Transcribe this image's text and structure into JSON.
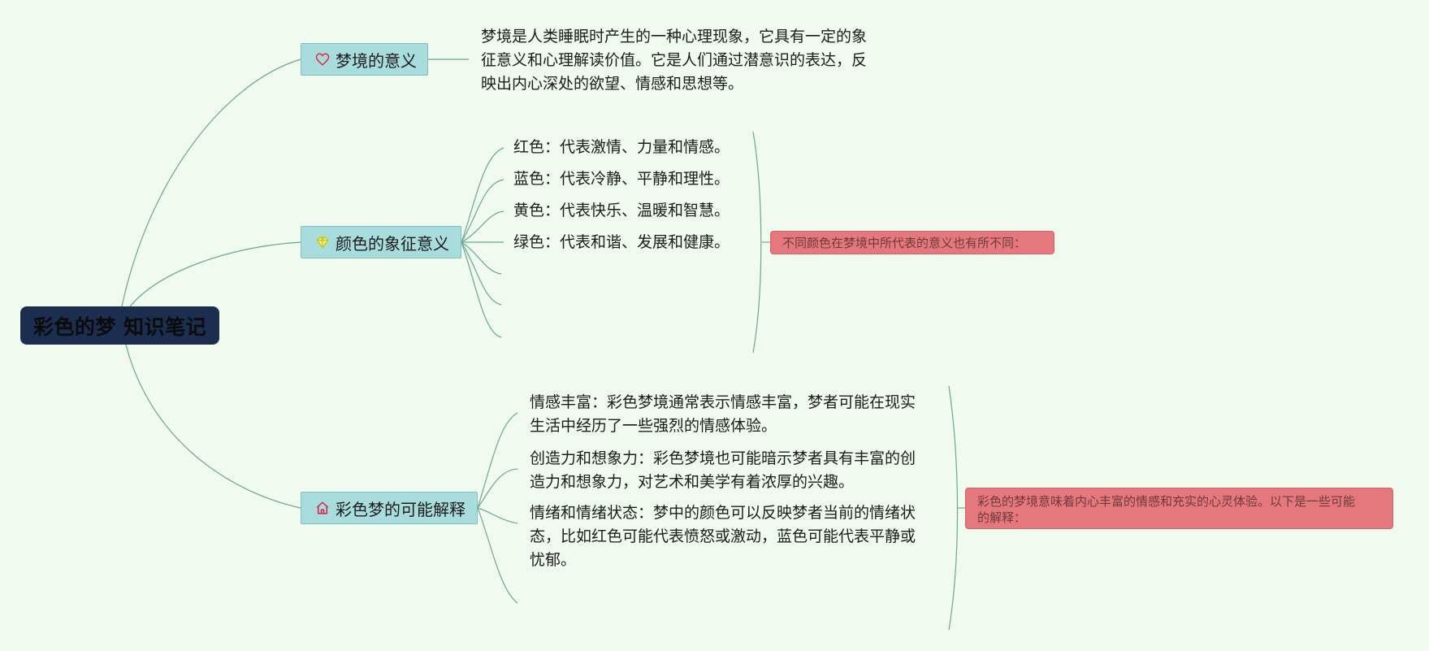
{
  "root": {
    "title": "彩色的梦 知识笔记"
  },
  "branches": [
    {
      "label": "梦境的意义",
      "icon": "heart-icon",
      "icon_color": "#e0303a",
      "details": [
        "梦境是人类睡眠时产生的一种心理现象，它具有一定的象",
        "征意义和心理解读价值。它是人们通过潜意识的表达，反",
        "映出内心深处的欲望、情感和思想等。"
      ]
    },
    {
      "label": "颜色的象征意义",
      "icon": "diamond-icon",
      "icon_color": "#d8e020",
      "items": [
        "红色：代表激情、力量和情感。",
        "蓝色：代表冷静、平静和理性。",
        "黄色：代表快乐、温暖和智慧。",
        "绿色：代表和谐、发展和健康。"
      ],
      "note": [
        "不同颜色在梦境中所代表的意义也有所不同："
      ]
    },
    {
      "label": "彩色梦的可能解释",
      "icon": "house-icon",
      "icon_color": "#d8204a",
      "items": [
        [
          "情感丰富：彩色梦境通常表示情感丰富，梦者可能在现实",
          "生活中经历了一些强烈的情感体验。"
        ],
        [
          "创造力和想象力：彩色梦境也可能暗示梦者具有丰富的创",
          "造力和想象力，对艺术和美学有着浓厚的兴趣。"
        ],
        [
          "情绪和情绪状态：梦中的颜色可以反映梦者当前的情绪状",
          "态，比如红色可能代表愤怒或激动，蓝色可能代表平静或",
          "忧郁。"
        ]
      ],
      "note": [
        "彩色的梦境意味着内心丰富的情感和充实的心灵体验。以下是一些可能",
        "的解释："
      ]
    }
  ],
  "colors": {
    "background": "#f0faef",
    "root_fill": "#1b2e4f",
    "branch_fill": "#a9dcdc",
    "note_fill": "#e5787c",
    "connector": "#6aa890"
  }
}
